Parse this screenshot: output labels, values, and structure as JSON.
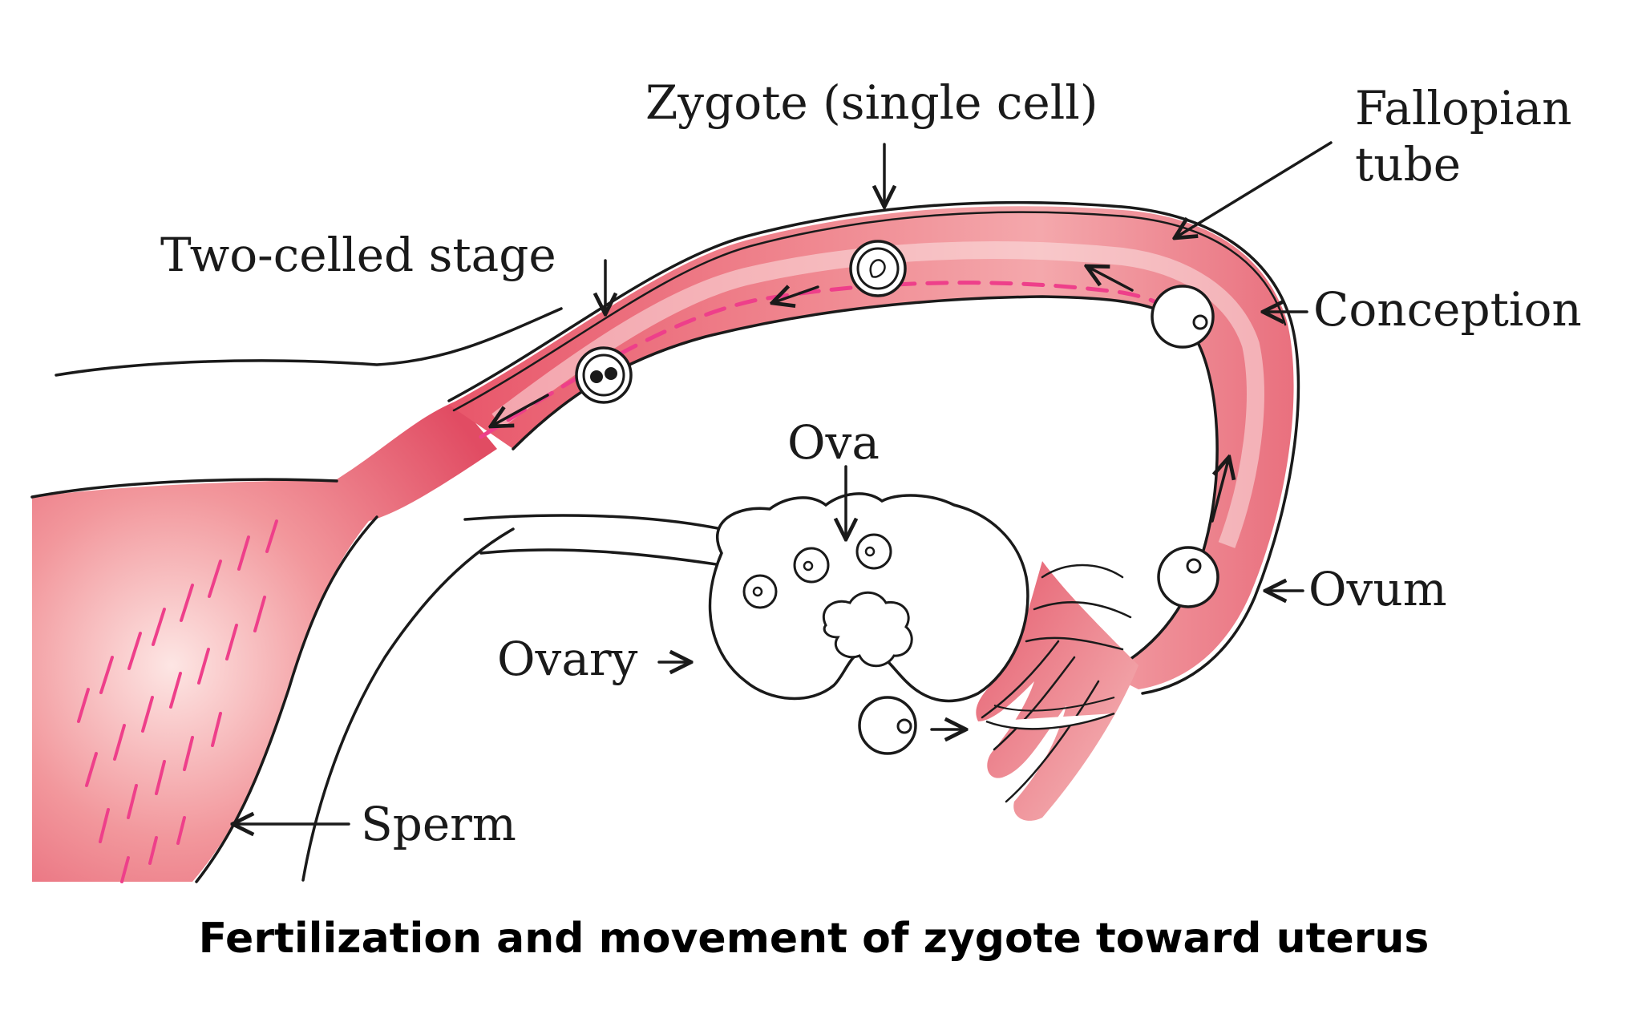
{
  "diagram": {
    "labels": {
      "zygote": "Zygote (single cell)",
      "fallopian_line1": "Fallopian",
      "fallopian_line2": "tube",
      "two_celled": "Two-celled stage",
      "conception": "Conception",
      "ova": "Ova",
      "ovum": "Ovum",
      "ovary": "Ovary",
      "sperm": "Sperm"
    },
    "caption": "Fertilization and movement of zygote toward uterus",
    "colors": {
      "tissue": "#e8566a",
      "tissue_light": "#f7c6c7",
      "dash": "#ee3f8a",
      "outline": "#1a1a1a"
    }
  }
}
